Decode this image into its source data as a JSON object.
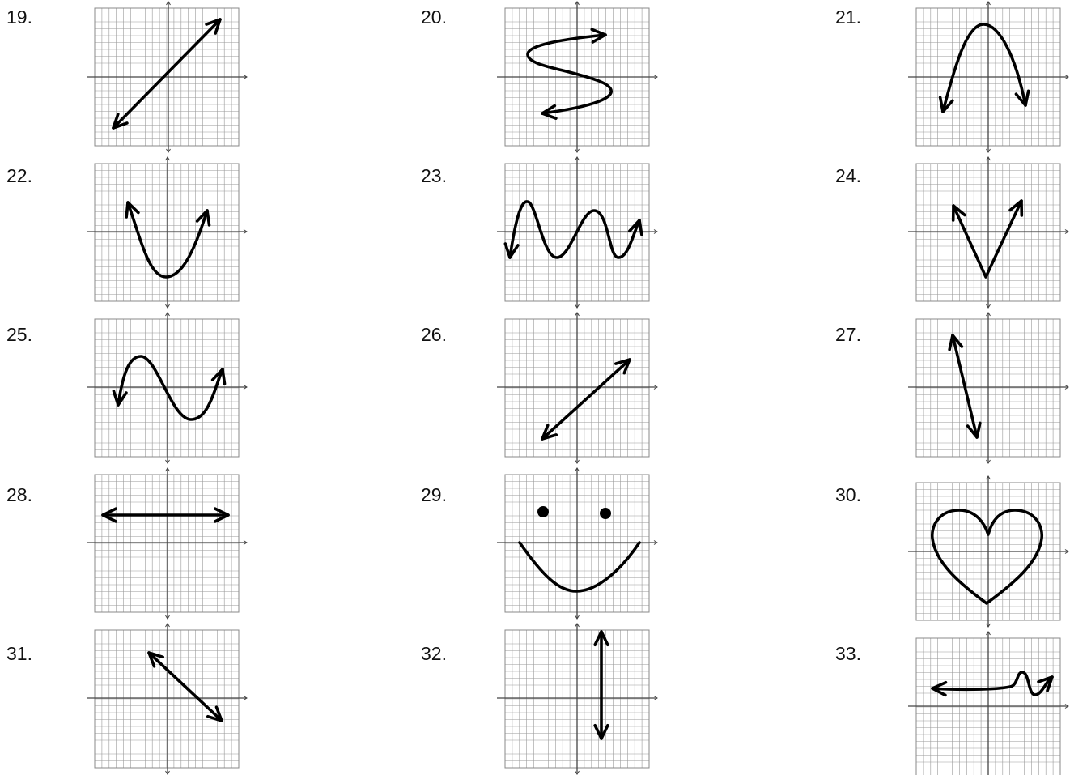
{
  "problems": [
    {
      "number": "19.",
      "shape": "line-up-right"
    },
    {
      "number": "20.",
      "shape": "s-curve-sideways"
    },
    {
      "number": "21.",
      "shape": "parabola-opening-down"
    },
    {
      "number": "22.",
      "shape": "parabola-opening-up"
    },
    {
      "number": "23.",
      "shape": "wave"
    },
    {
      "number": "24.",
      "shape": "absolute-value-v"
    },
    {
      "number": "25.",
      "shape": "cubic-curve"
    },
    {
      "number": "26.",
      "shape": "line-up-right"
    },
    {
      "number": "27.",
      "shape": "near-vertical-line"
    },
    {
      "number": "28.",
      "shape": "horizontal-line"
    },
    {
      "number": "29.",
      "shape": "smiley-face"
    },
    {
      "number": "30.",
      "shape": "heart"
    },
    {
      "number": "31.",
      "shape": "line-down-right"
    },
    {
      "number": "32.",
      "shape": "vertical-line"
    },
    {
      "number": "33.",
      "shape": "horizontal-with-bump"
    }
  ]
}
